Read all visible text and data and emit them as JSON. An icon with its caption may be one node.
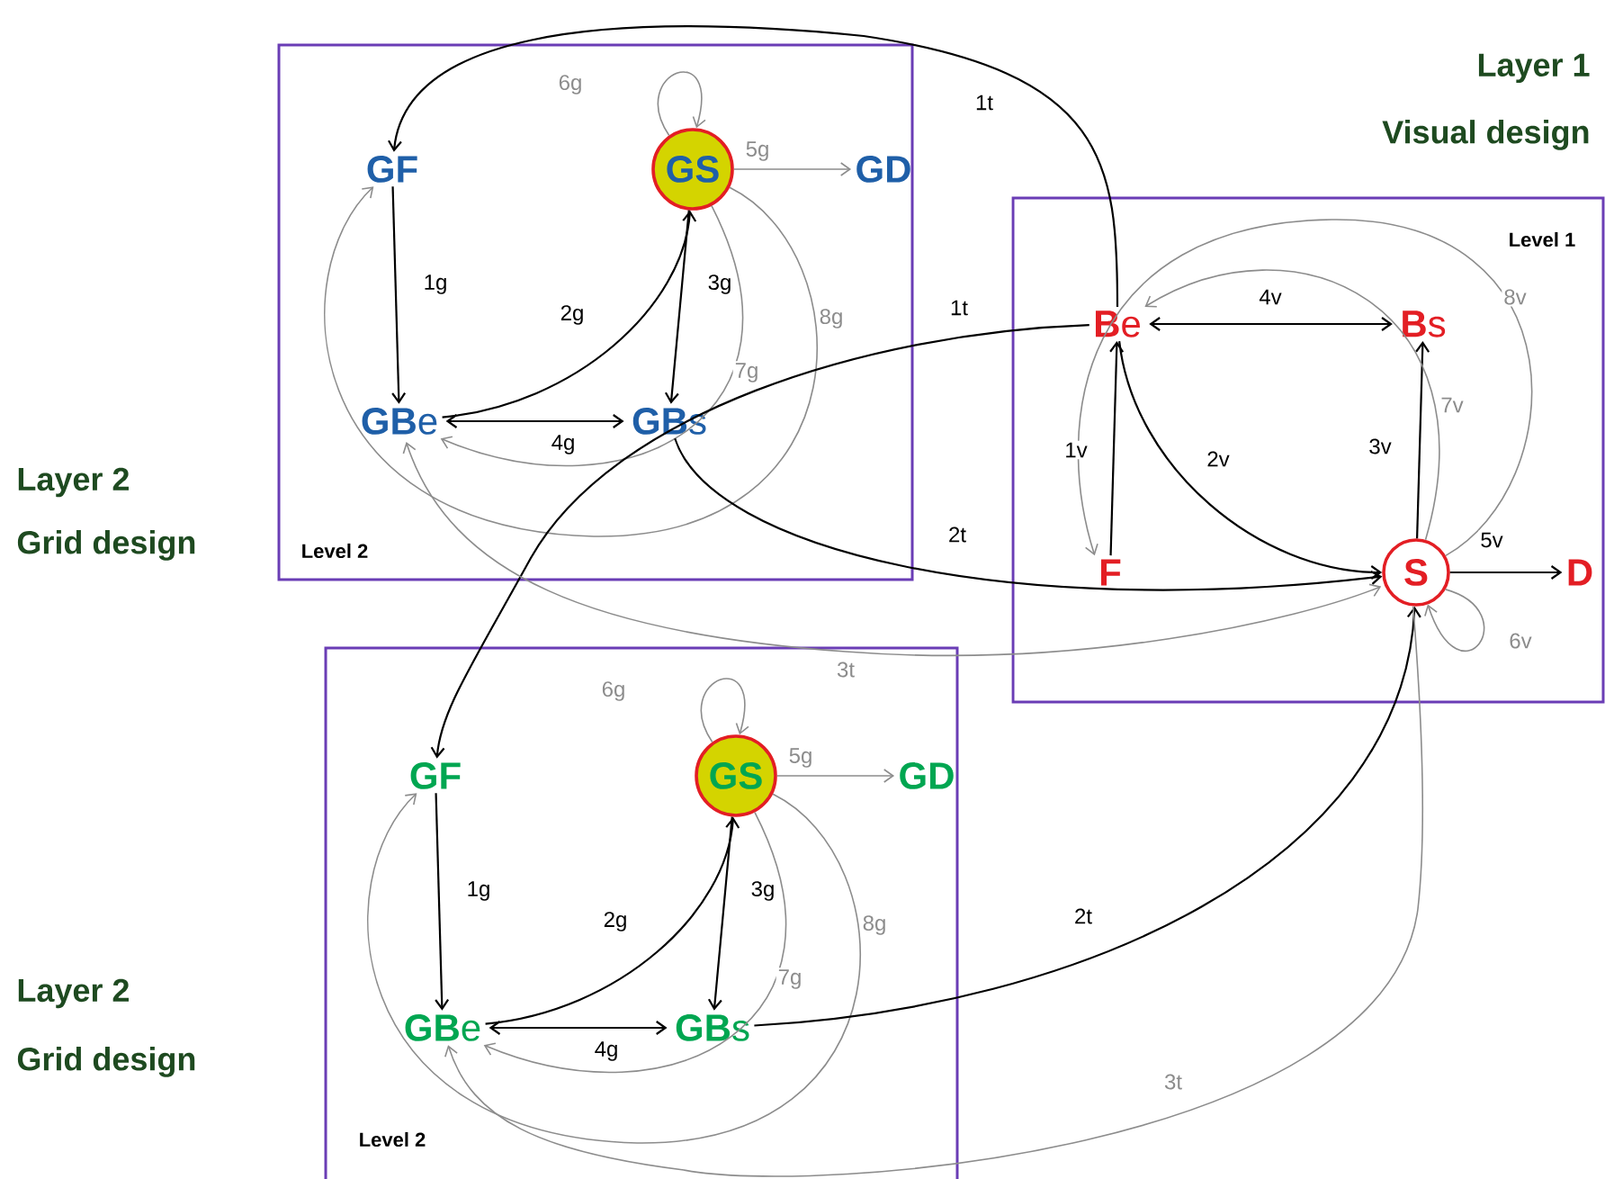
{
  "diagram": {
    "nodes": [
      {
        "text": [
          "Level 1"
        ]
      },
      {
        "text": [
          "**B**e"
        ],
        "in": 0
      },
      {
        "text": [
          "**B**s"
        ],
        "in": 0
      },
      {
        "text": [
          "F"
        ],
        "in": 0
      },
      {
        "text": [
          "S"
        ],
        "in": 0
      },
      {
        "text": [
          "D"
        ],
        "in": 0
      },
      {
        "text": [
          "Level 2"
        ]
      },
      {
        "text": [
          "GF"
        ],
        "in": 6
      },
      {
        "text": [
          "GS"
        ],
        "in": 6
      },
      {
        "text": [
          "GD"
        ],
        "in": 6
      },
      {
        "text": [
          "**GB**e"
        ],
        "in": 6
      },
      {
        "text": [
          "**GB**s"
        ],
        "in": 6
      },
      {
        "text": [
          "Level 2"
        ]
      },
      {
        "text": [
          "GF"
        ],
        "in": 12
      },
      {
        "text": [
          "GS"
        ],
        "in": 12
      },
      {
        "text": [
          "GD"
        ],
        "in": 12
      },
      {
        "text": [
          "**GB**e"
        ],
        "in": 12
      },
      {
        "text": [
          "**GB**s"
        ],
        "in": 12
      }
    ],
    "edges": [
      {
        "from": 3,
        "to": 1,
        "arrow": "to",
        "label": "1v"
      },
      {
        "from": 1,
        "to": 4,
        "arrow": "to",
        "label": "2v"
      },
      {
        "from": 4,
        "to": 2,
        "arrow": "to",
        "label": "3v"
      },
      {
        "from": 1,
        "to": 2,
        "arrow": "both",
        "label": "4v"
      },
      {
        "from": 4,
        "to": 5,
        "arrow": "to",
        "label": "5v"
      },
      {
        "from": 4,
        "to": 4,
        "arrow": "to",
        "label": "6v",
        "color": "#8c8c8c"
      },
      {
        "from": 4,
        "to": 1,
        "arrow": "to",
        "label": "7v",
        "color": "#8c8c8c"
      },
      {
        "from": 4,
        "to": 3,
        "arrow": "to",
        "label": "8v",
        "color": "#8c8c8c"
      },
      {
        "from": 7,
        "to": 10,
        "arrow": "to",
        "label": "1g"
      },
      {
        "from": 10,
        "to": 8,
        "arrow": "to",
        "label": "2g"
      },
      {
        "from": 8,
        "to": 11,
        "arrow": "to",
        "label": "3g"
      },
      {
        "from": 10,
        "to": 11,
        "arrow": "both",
        "label": "4g"
      },
      {
        "from": 8,
        "to": 9,
        "arrow": "to",
        "label": "5g",
        "color": "#8c8c8c"
      },
      {
        "from": 8,
        "to": 8,
        "arrow": "to",
        "label": "6g",
        "color": "#8c8c8c"
      },
      {
        "from": 8,
        "to": 10,
        "arrow": "to",
        "label": "7g",
        "color": "#8c8c8c"
      },
      {
        "from": 8,
        "to": 7,
        "arrow": "to",
        "label": "8g",
        "color": "#8c8c8c"
      },
      {
        "from": 13,
        "to": 16,
        "arrow": "to",
        "label": "1g"
      },
      {
        "from": 16,
        "to": 14,
        "arrow": "to",
        "label": "2g"
      },
      {
        "from": 14,
        "to": 17,
        "arrow": "to",
        "label": "3g"
      },
      {
        "from": 16,
        "to": 17,
        "arrow": "both",
        "label": "4g"
      },
      {
        "from": 14,
        "to": 15,
        "arrow": "to",
        "label": "5g",
        "color": "#8c8c8c"
      },
      {
        "from": 14,
        "to": 14,
        "arrow": "to",
        "label": "6g",
        "color": "#8c8c8c"
      },
      {
        "from": 14,
        "to": 16,
        "arrow": "to",
        "label": "7g",
        "color": "#8c8c8c"
      },
      {
        "from": 14,
        "to": 13,
        "arrow": "to",
        "label": "8g",
        "color": "#8c8c8c"
      },
      {
        "from": 1,
        "to": 7,
        "arrow": "to",
        "label": "1t"
      },
      {
        "from": 1,
        "to": 13,
        "arrow": "to",
        "label": "1t"
      },
      {
        "from": 11,
        "to": 4,
        "arrow": "to",
        "label": "2t"
      },
      {
        "from": 10,
        "to": 4,
        "arrow": "both",
        "label": "3t",
        "color": "#8c8c8c"
      },
      {
        "from": 17,
        "to": 4,
        "arrow": "to",
        "label": "2t"
      },
      {
        "from": 4,
        "to": 16,
        "arrow": "to",
        "label": "3t",
        "color": "#8c8c8c"
      }
    ],
    "labels": [
      "Layer 1",
      "Visual design",
      "Layer 2",
      "Grid design",
      "Layer 2",
      "Grid design"
    ]
  }
}
